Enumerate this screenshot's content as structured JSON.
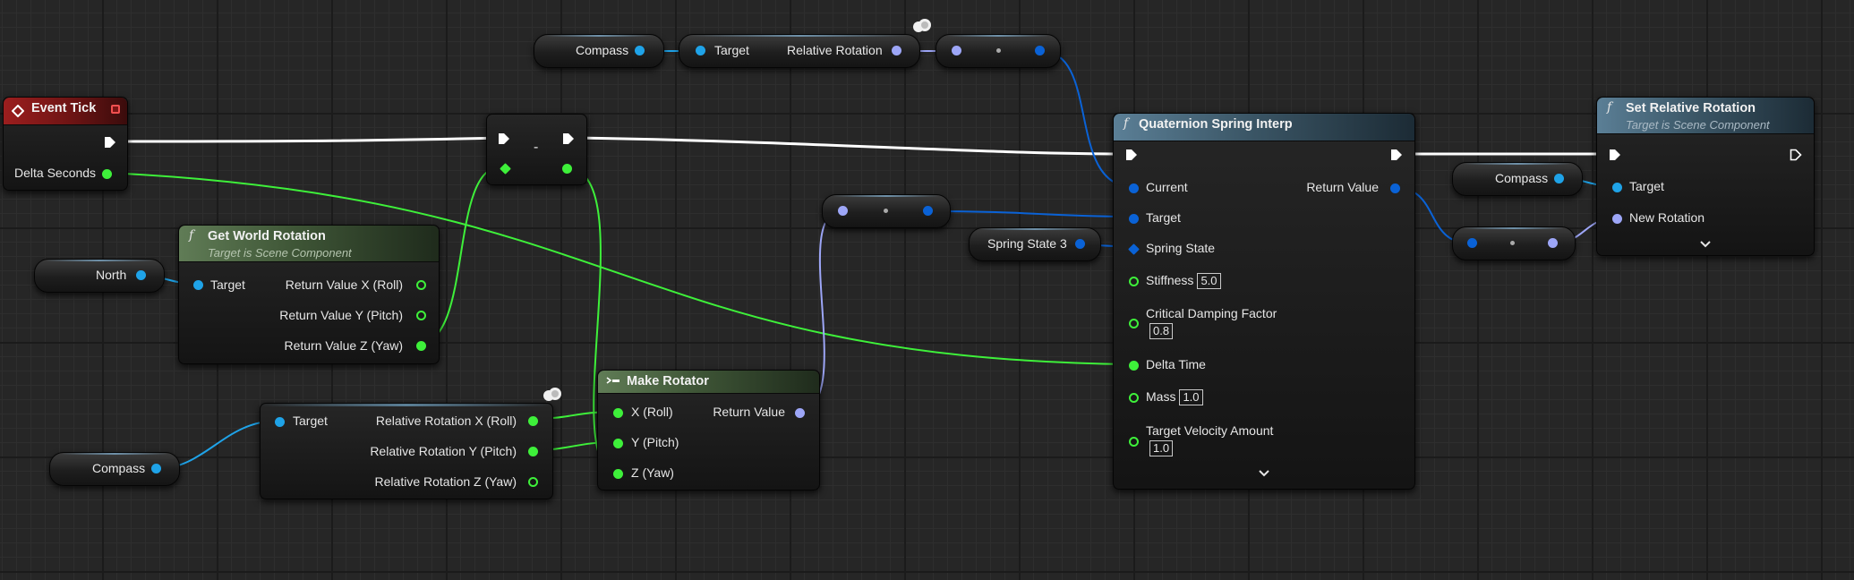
{
  "colors": {
    "exec": "#ffffff",
    "float": "#3ef03a",
    "object": "#1fa3e8",
    "rotator": "#9da6f7",
    "struct": "#0a62d6",
    "event_header": "#9c1e1e",
    "function_header": "#3b5666",
    "pure_header": "#3e5536"
  },
  "nodes": {
    "event_tick": {
      "title": "Event Tick",
      "delta_seconds": "Delta Seconds",
      "icon": "event-diamond-icon"
    },
    "compass_getter_top": {
      "label": "Compass"
    },
    "get_relative_rotation": {
      "target": "Target",
      "output": "Relative Rotation"
    },
    "get_world_rotation": {
      "title": "Get World Rotation",
      "subtitle": "Target is Scene Component",
      "target": "Target",
      "out_roll": "Return Value X (Roll)",
      "out_pitch": "Return Value Y (Pitch)",
      "out_yaw": "Return Value Z (Yaw)"
    },
    "north_getter": {
      "label": "North"
    },
    "compass_getter_bottom": {
      "label": "Compass"
    },
    "break_relative_rotation": {
      "target": "Target",
      "out_roll": "Relative Rotation X (Roll)",
      "out_pitch": "Relative Rotation Y (Pitch)",
      "out_yaw": "Relative Rotation Z (Yaw)"
    },
    "subtract_node": {
      "symbol": "-"
    },
    "make_rotator": {
      "title": "Make Rotator",
      "in_roll": "X (Roll)",
      "in_pitch": "Y (Pitch)",
      "in_yaw": "Z (Yaw)",
      "output": "Return Value"
    },
    "spring_state_getter": {
      "label": "Spring State 3"
    },
    "quaternion_spring_interp": {
      "title": "Quaternion Spring Interp",
      "current": "Current",
      "target": "Target",
      "spring_state": "Spring State",
      "stiffness": "Stiffness",
      "stiffness_value": "5.0",
      "damping": "Critical Damping Factor",
      "damping_value": "0.8",
      "delta_time": "Delta Time",
      "mass": "Mass",
      "mass_value": "1.0",
      "target_velocity": "Target Velocity Amount",
      "target_velocity_value": "1.0",
      "return_value": "Return Value"
    },
    "compass_getter_right": {
      "label": "Compass"
    },
    "set_relative_rotation": {
      "title": "Set Relative Rotation",
      "subtitle": "Target is Scene Component",
      "target": "Target",
      "new_rotation": "New Rotation"
    }
  }
}
